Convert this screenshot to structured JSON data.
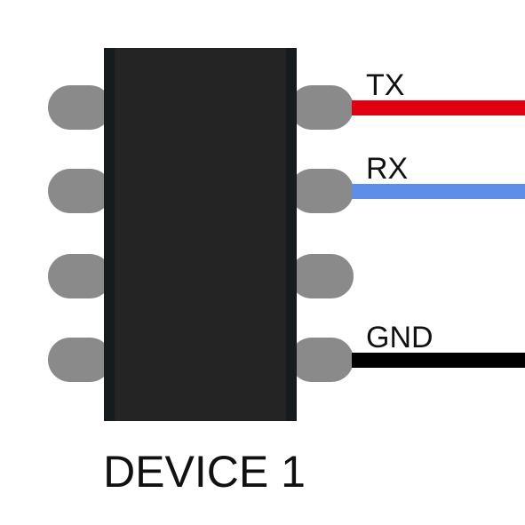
{
  "device": {
    "label": "DEVICE 1",
    "body_color": "#242424",
    "pin_color": "#8a8a8a"
  },
  "wires": [
    {
      "label": "TX",
      "color": "#e00010"
    },
    {
      "label": "RX",
      "color": "#5f8ee8"
    },
    {
      "label": "GND",
      "color": "#000000"
    }
  ]
}
